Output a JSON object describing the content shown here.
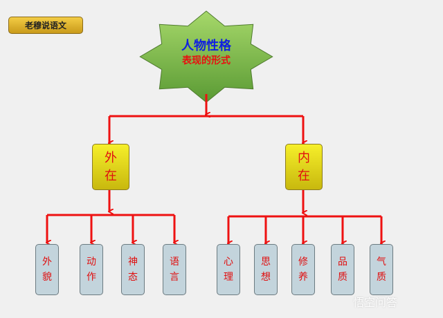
{
  "badge": "老穆说语文",
  "root": {
    "line1": "人物性格",
    "line2": "表现的形式"
  },
  "branches": [
    {
      "c1": "外",
      "c2": "在",
      "children": [
        {
          "c1": "外",
          "c2": "貌"
        },
        {
          "c1": "动",
          "c2": "作"
        },
        {
          "c1": "神",
          "c2": "态"
        },
        {
          "c1": "语",
          "c2": "言"
        }
      ]
    },
    {
      "c1": "内",
      "c2": "在",
      "children": [
        {
          "c1": "心",
          "c2": "理"
        },
        {
          "c1": "思",
          "c2": "想"
        },
        {
          "c1": "修",
          "c2": "养"
        },
        {
          "c1": "品",
          "c2": "质"
        },
        {
          "c1": "气",
          "c2": "质"
        }
      ]
    }
  ],
  "watermark": "悟空问答",
  "colors": {
    "arrow": "#ee1111",
    "star": "#7fc241",
    "mid": "#f0e424",
    "leaf": "#c3d4dc"
  }
}
